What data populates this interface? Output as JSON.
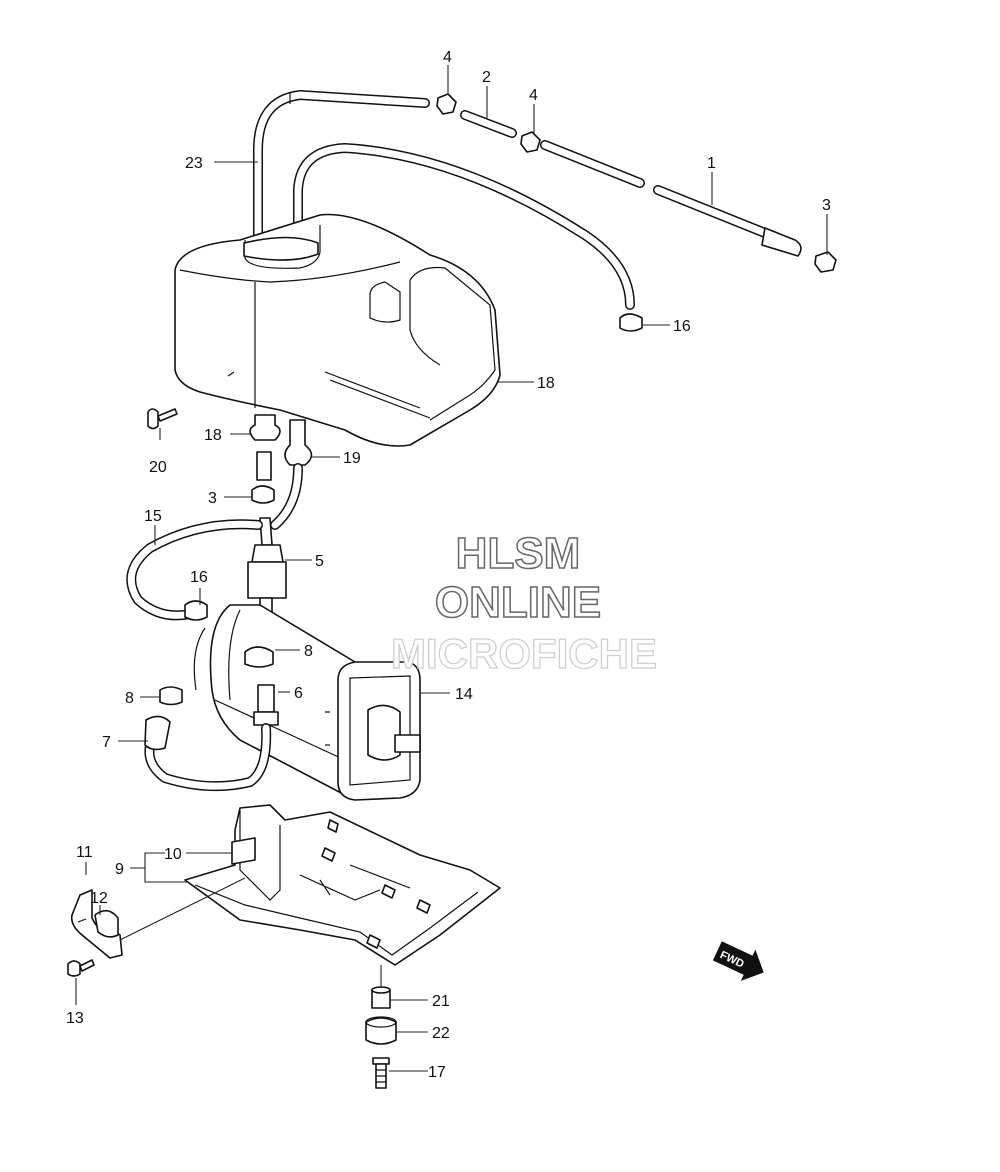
{
  "diagram": {
    "callouts": [
      {
        "id": "c1",
        "label": "1"
      },
      {
        "id": "c2",
        "label": "2"
      },
      {
        "id": "c3a",
        "label": "3"
      },
      {
        "id": "c3b",
        "label": "3"
      },
      {
        "id": "c4a",
        "label": "4"
      },
      {
        "id": "c4b",
        "label": "4"
      },
      {
        "id": "c5",
        "label": "5"
      },
      {
        "id": "c6",
        "label": "6"
      },
      {
        "id": "c7",
        "label": "7"
      },
      {
        "id": "c8a",
        "label": "8"
      },
      {
        "id": "c8b",
        "label": "8"
      },
      {
        "id": "c9",
        "label": "9"
      },
      {
        "id": "c10",
        "label": "10"
      },
      {
        "id": "c11",
        "label": "11"
      },
      {
        "id": "c12",
        "label": "12"
      },
      {
        "id": "c13",
        "label": "13"
      },
      {
        "id": "c14",
        "label": "14"
      },
      {
        "id": "c15",
        "label": "15"
      },
      {
        "id": "c16a",
        "label": "16"
      },
      {
        "id": "c16b",
        "label": "16"
      },
      {
        "id": "c17",
        "label": "17"
      },
      {
        "id": "c18a",
        "label": "18"
      },
      {
        "id": "c18b",
        "label": "18"
      },
      {
        "id": "c19",
        "label": "19"
      },
      {
        "id": "c20",
        "label": "20"
      },
      {
        "id": "c21",
        "label": "21"
      },
      {
        "id": "c22",
        "label": "22"
      },
      {
        "id": "c23",
        "label": "23"
      }
    ],
    "fwd_label": "FWD",
    "watermark": {
      "line1": "HLSM",
      "line2": "ONLINE",
      "line3": "MICROFICHE"
    }
  }
}
